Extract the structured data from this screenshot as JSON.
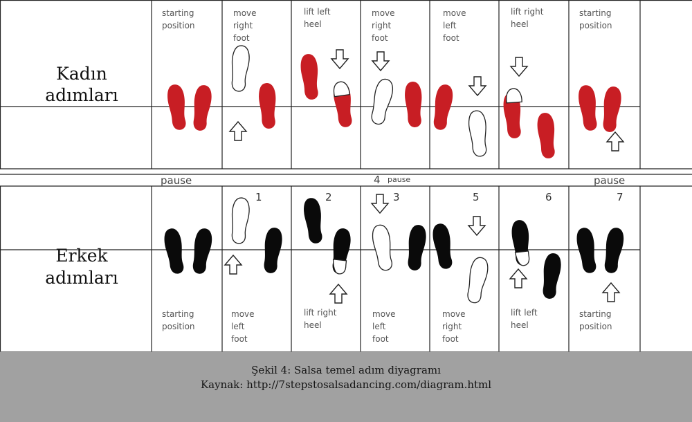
{
  "rows": {
    "women_title": [
      "Kadın",
      "adımları"
    ],
    "men_title": [
      "Erkek",
      "adımları"
    ]
  },
  "women_steps": [
    [
      "starting",
      "position"
    ],
    [
      "move",
      "right",
      "foot"
    ],
    [
      "lift left",
      "heel"
    ],
    [
      "move",
      "right",
      "foot"
    ],
    [
      "move",
      "left",
      "foot"
    ],
    [
      "lift right",
      "heel"
    ],
    [
      "starting",
      "position"
    ]
  ],
  "men_steps": [
    [
      "starting",
      "position"
    ],
    [
      "move",
      "left",
      "foot"
    ],
    [
      "lift right",
      "heel"
    ],
    [
      "move",
      "left",
      "foot"
    ],
    [
      "move",
      "right",
      "foot"
    ],
    [
      "lift left",
      "heel"
    ],
    [
      "starting",
      "position"
    ]
  ],
  "pause_band": {
    "left": "pause",
    "center_number": "4",
    "center": "pause",
    "right": "pause"
  },
  "beat_numbers": [
    "1",
    "2",
    "3",
    "5",
    "6",
    "7"
  ],
  "caption": {
    "line1": "Şekil 4: Salsa temel adım diyagramı",
    "line2": "Kaynak: http://7stepstosalsadancing.com/diagram.html"
  },
  "colors": {
    "women_foot": "#c81e24",
    "men_foot": "#0a0a0a",
    "caption_bg": "#a1a1a1"
  },
  "icons": [
    "footprint-icon",
    "heel-raised-footprint-icon",
    "outline-footprint-icon",
    "arrow-up-icon",
    "arrow-down-icon"
  ]
}
